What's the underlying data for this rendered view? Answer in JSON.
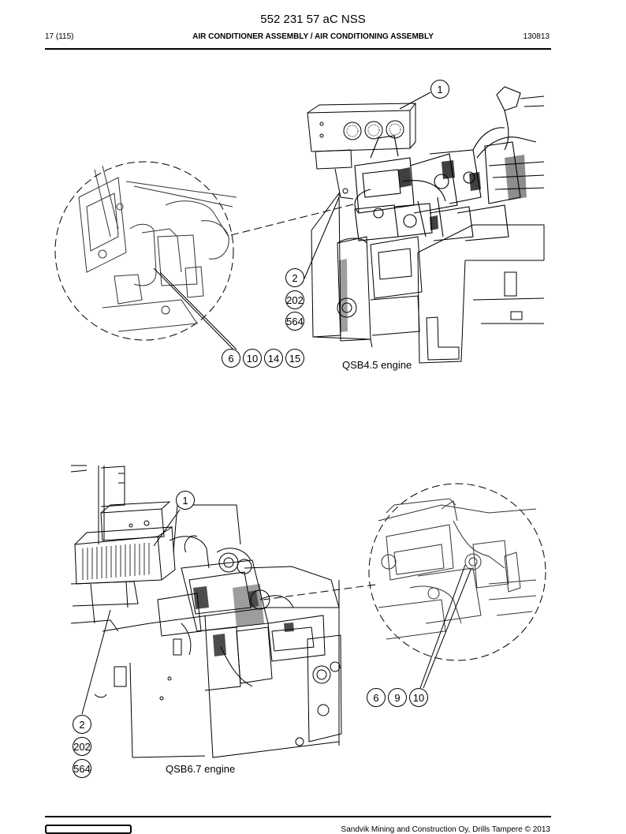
{
  "header": {
    "doc_title": "552 231 57 aC NSS",
    "page_ref": "17 (115)",
    "section_title": "AIR CONDITIONER ASSEMBLY / AIR CONDITIONING ASSEMBLY",
    "doc_date": "130813"
  },
  "figure_top": {
    "caption": "QSB4.5 engine",
    "callouts": [
      "1",
      "2",
      "202",
      "564",
      "6",
      "10",
      "14",
      "15"
    ]
  },
  "figure_bottom": {
    "caption": "QSB6.7 engine",
    "callouts": [
      "1",
      "2",
      "202",
      "564",
      "6",
      "9",
      "10"
    ]
  },
  "footer": {
    "copyright": "Sandvik Mining and Construction Oy, Drills Tampere © 2013"
  }
}
